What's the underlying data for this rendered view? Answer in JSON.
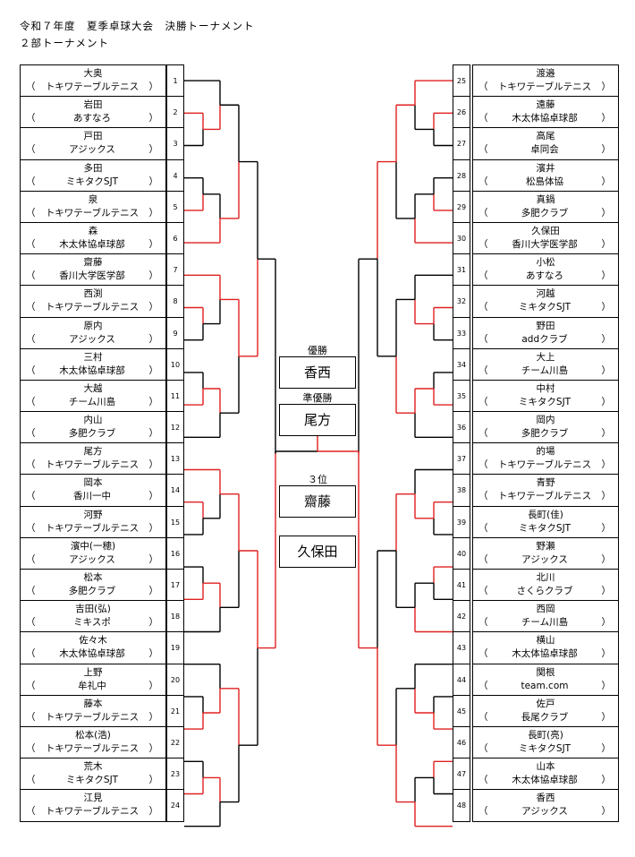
{
  "header": {
    "line1": "令和７年度　夏季卓球大会　決勝トーナメント",
    "line2": "２部トーナメント"
  },
  "paren_open": "（",
  "paren_close": "）",
  "players_left": [
    {
      "num": "1",
      "name": "大奥",
      "team": "トキワテーブルテニス"
    },
    {
      "num": "2",
      "name": "岩田",
      "team": "あすなろ"
    },
    {
      "num": "3",
      "name": "戸田",
      "team": "アジックス"
    },
    {
      "num": "4",
      "name": "多田",
      "team": "ミキタクSJT"
    },
    {
      "num": "5",
      "name": "泉",
      "team": "トキワテーブルテニス"
    },
    {
      "num": "6",
      "name": "森",
      "team": "木太体協卓球部"
    },
    {
      "num": "7",
      "name": "齋藤",
      "team": "香川大学医学部"
    },
    {
      "num": "8",
      "name": "西渕",
      "team": "トキワテーブルテニス"
    },
    {
      "num": "9",
      "name": "原内",
      "team": "アジックス"
    },
    {
      "num": "10",
      "name": "三村",
      "team": "木太体協卓球部"
    },
    {
      "num": "11",
      "name": "大越",
      "team": "チーム川島"
    },
    {
      "num": "12",
      "name": "内山",
      "team": "多肥クラブ"
    },
    {
      "num": "13",
      "name": "尾方",
      "team": "トキワテーブルテニス"
    },
    {
      "num": "14",
      "name": "岡本",
      "team": "香川一中"
    },
    {
      "num": "15",
      "name": "河野",
      "team": "トキワテーブルテニス"
    },
    {
      "num": "16",
      "name": "濱中(一穂)",
      "team": "アジックス"
    },
    {
      "num": "17",
      "name": "松本",
      "team": "多肥クラブ"
    },
    {
      "num": "18",
      "name": "吉田(弘)",
      "team": "ミキスポ"
    },
    {
      "num": "19",
      "name": "佐々木",
      "team": "木太体協卓球部"
    },
    {
      "num": "20",
      "name": "上野",
      "team": "牟礼中"
    },
    {
      "num": "21",
      "name": "藤本",
      "team": "トキワテーブルテニス"
    },
    {
      "num": "22",
      "name": "松本(浩)",
      "team": "トキワテーブルテニス"
    },
    {
      "num": "23",
      "name": "荒木",
      "team": "ミキタクSJT"
    },
    {
      "num": "24",
      "name": "江見",
      "team": "トキワテーブルテニス"
    }
  ],
  "players_right": [
    {
      "num": "25",
      "name": "渡邉",
      "team": "トキワテーブルテニス"
    },
    {
      "num": "26",
      "name": "遠藤",
      "team": "木太体協卓球部"
    },
    {
      "num": "27",
      "name": "高尾",
      "team": "卓同会"
    },
    {
      "num": "28",
      "name": "濱井",
      "team": "松島体協"
    },
    {
      "num": "29",
      "name": "真鍋",
      "team": "多肥クラブ"
    },
    {
      "num": "30",
      "name": "久保田",
      "team": "香川大学医学部"
    },
    {
      "num": "31",
      "name": "小松",
      "team": "あすなろ"
    },
    {
      "num": "32",
      "name": "河越",
      "team": "ミキタクSJT"
    },
    {
      "num": "33",
      "name": "野田",
      "team": "addクラブ"
    },
    {
      "num": "34",
      "name": "大上",
      "team": "チーム川島"
    },
    {
      "num": "35",
      "name": "中村",
      "team": "ミキタクSJT"
    },
    {
      "num": "36",
      "name": "岡内",
      "team": "多肥クラブ"
    },
    {
      "num": "37",
      "name": "的場",
      "team": "トキワテーブルテニス"
    },
    {
      "num": "38",
      "name": "青野",
      "team": "トキワテーブルテニス"
    },
    {
      "num": "39",
      "name": "長町(佳)",
      "team": "ミキタクSJT"
    },
    {
      "num": "40",
      "name": "野瀬",
      "team": "アジックス"
    },
    {
      "num": "41",
      "name": "北川",
      "team": "さくらクラブ"
    },
    {
      "num": "42",
      "name": "西岡",
      "team": "チーム川島"
    },
    {
      "num": "43",
      "name": "横山",
      "team": "木太体協卓球部"
    },
    {
      "num": "44",
      "name": "関根",
      "team": "team.com"
    },
    {
      "num": "45",
      "name": "佐戸",
      "team": "長尾クラブ"
    },
    {
      "num": "46",
      "name": "長町(亮)",
      "team": "ミキタクSJT"
    },
    {
      "num": "47",
      "name": "山本",
      "team": "木太体協卓球部"
    },
    {
      "num": "48",
      "name": "香西",
      "team": "アジックス"
    }
  ],
  "results": {
    "champion_label": "優勝",
    "champion": "香西",
    "runner_up_label": "準優勝",
    "runner_up": "尾方",
    "third_label": "３位",
    "third_1": "齋藤",
    "third_2": "久保田"
  },
  "colors": {
    "winner_line": "#e02020",
    "loser_line": "#000000"
  }
}
